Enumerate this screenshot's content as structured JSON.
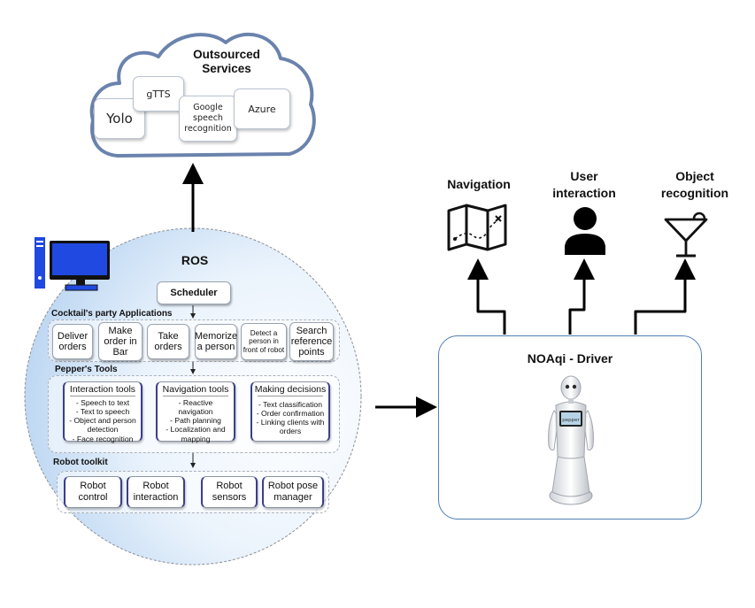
{
  "cloud": {
    "title_line1": "Outsourced",
    "title_line2": "Services",
    "services": {
      "yolo": "Yolo",
      "gtts": "gTTS",
      "google_line1": "Google",
      "google_line2": "speech",
      "google_line3": "recognition",
      "azure": "Azure"
    }
  },
  "ros": {
    "title": "ROS",
    "scheduler": "Scheduler",
    "apps": {
      "label": "Cocktail's party Applications",
      "items": [
        {
          "l1": "Deliver",
          "l2": "orders"
        },
        {
          "l1": "Make",
          "l2": "order in",
          "l3": "Bar"
        },
        {
          "l1": "Take",
          "l2": "orders"
        },
        {
          "l1": "Memorize",
          "l2": "a person"
        },
        {
          "l1": "Detect a",
          "l2": "person in",
          "l3": "front of robot"
        },
        {
          "l1": "Search",
          "l2": "reference",
          "l3": "points"
        }
      ]
    },
    "tools": {
      "label": "Pepper's Tools",
      "interaction": {
        "title": "Interaction tools",
        "items": [
          "- Speech to text",
          "- Text to speech",
          "- Object and person",
          "detection",
          "- Face recognition"
        ]
      },
      "navigation": {
        "title": "Navigation tools",
        "items": [
          "- Reactive",
          "navigation",
          "- Path planning",
          "- Localization and",
          "mapping"
        ]
      },
      "decisions": {
        "title": "Making decisions",
        "items": [
          "- Text classification",
          "- Order confirmation",
          "- Linking clients with",
          "orders"
        ]
      }
    },
    "toolkit": {
      "label": "Robot toolkit",
      "items": [
        {
          "l1": "Robot",
          "l2": "control"
        },
        {
          "l1": "Robot",
          "l2": "interaction"
        },
        {
          "l1": "Robot",
          "l2": "sensors"
        },
        {
          "l1": "Robot pose",
          "l2": "manager"
        }
      ]
    }
  },
  "driver": {
    "title": "NOAqi - Driver",
    "tablet_text": "pepper"
  },
  "outputs": {
    "navigation": "Navigation",
    "user_line1": "User",
    "user_line2": "interaction",
    "object_line1": "Object",
    "object_line2": "recognition"
  },
  "icons": [
    "computer-icon",
    "map-icon",
    "user-icon",
    "cocktail-icon",
    "pepper-robot-image"
  ],
  "colors": {
    "cloud_stroke": "#6a83ad",
    "ros_circle_fill": "#cfe2f7",
    "driver_border": "#4f7fb6",
    "tool_accent": "#3b3f8a",
    "computer_blue": "#1f49e0"
  }
}
